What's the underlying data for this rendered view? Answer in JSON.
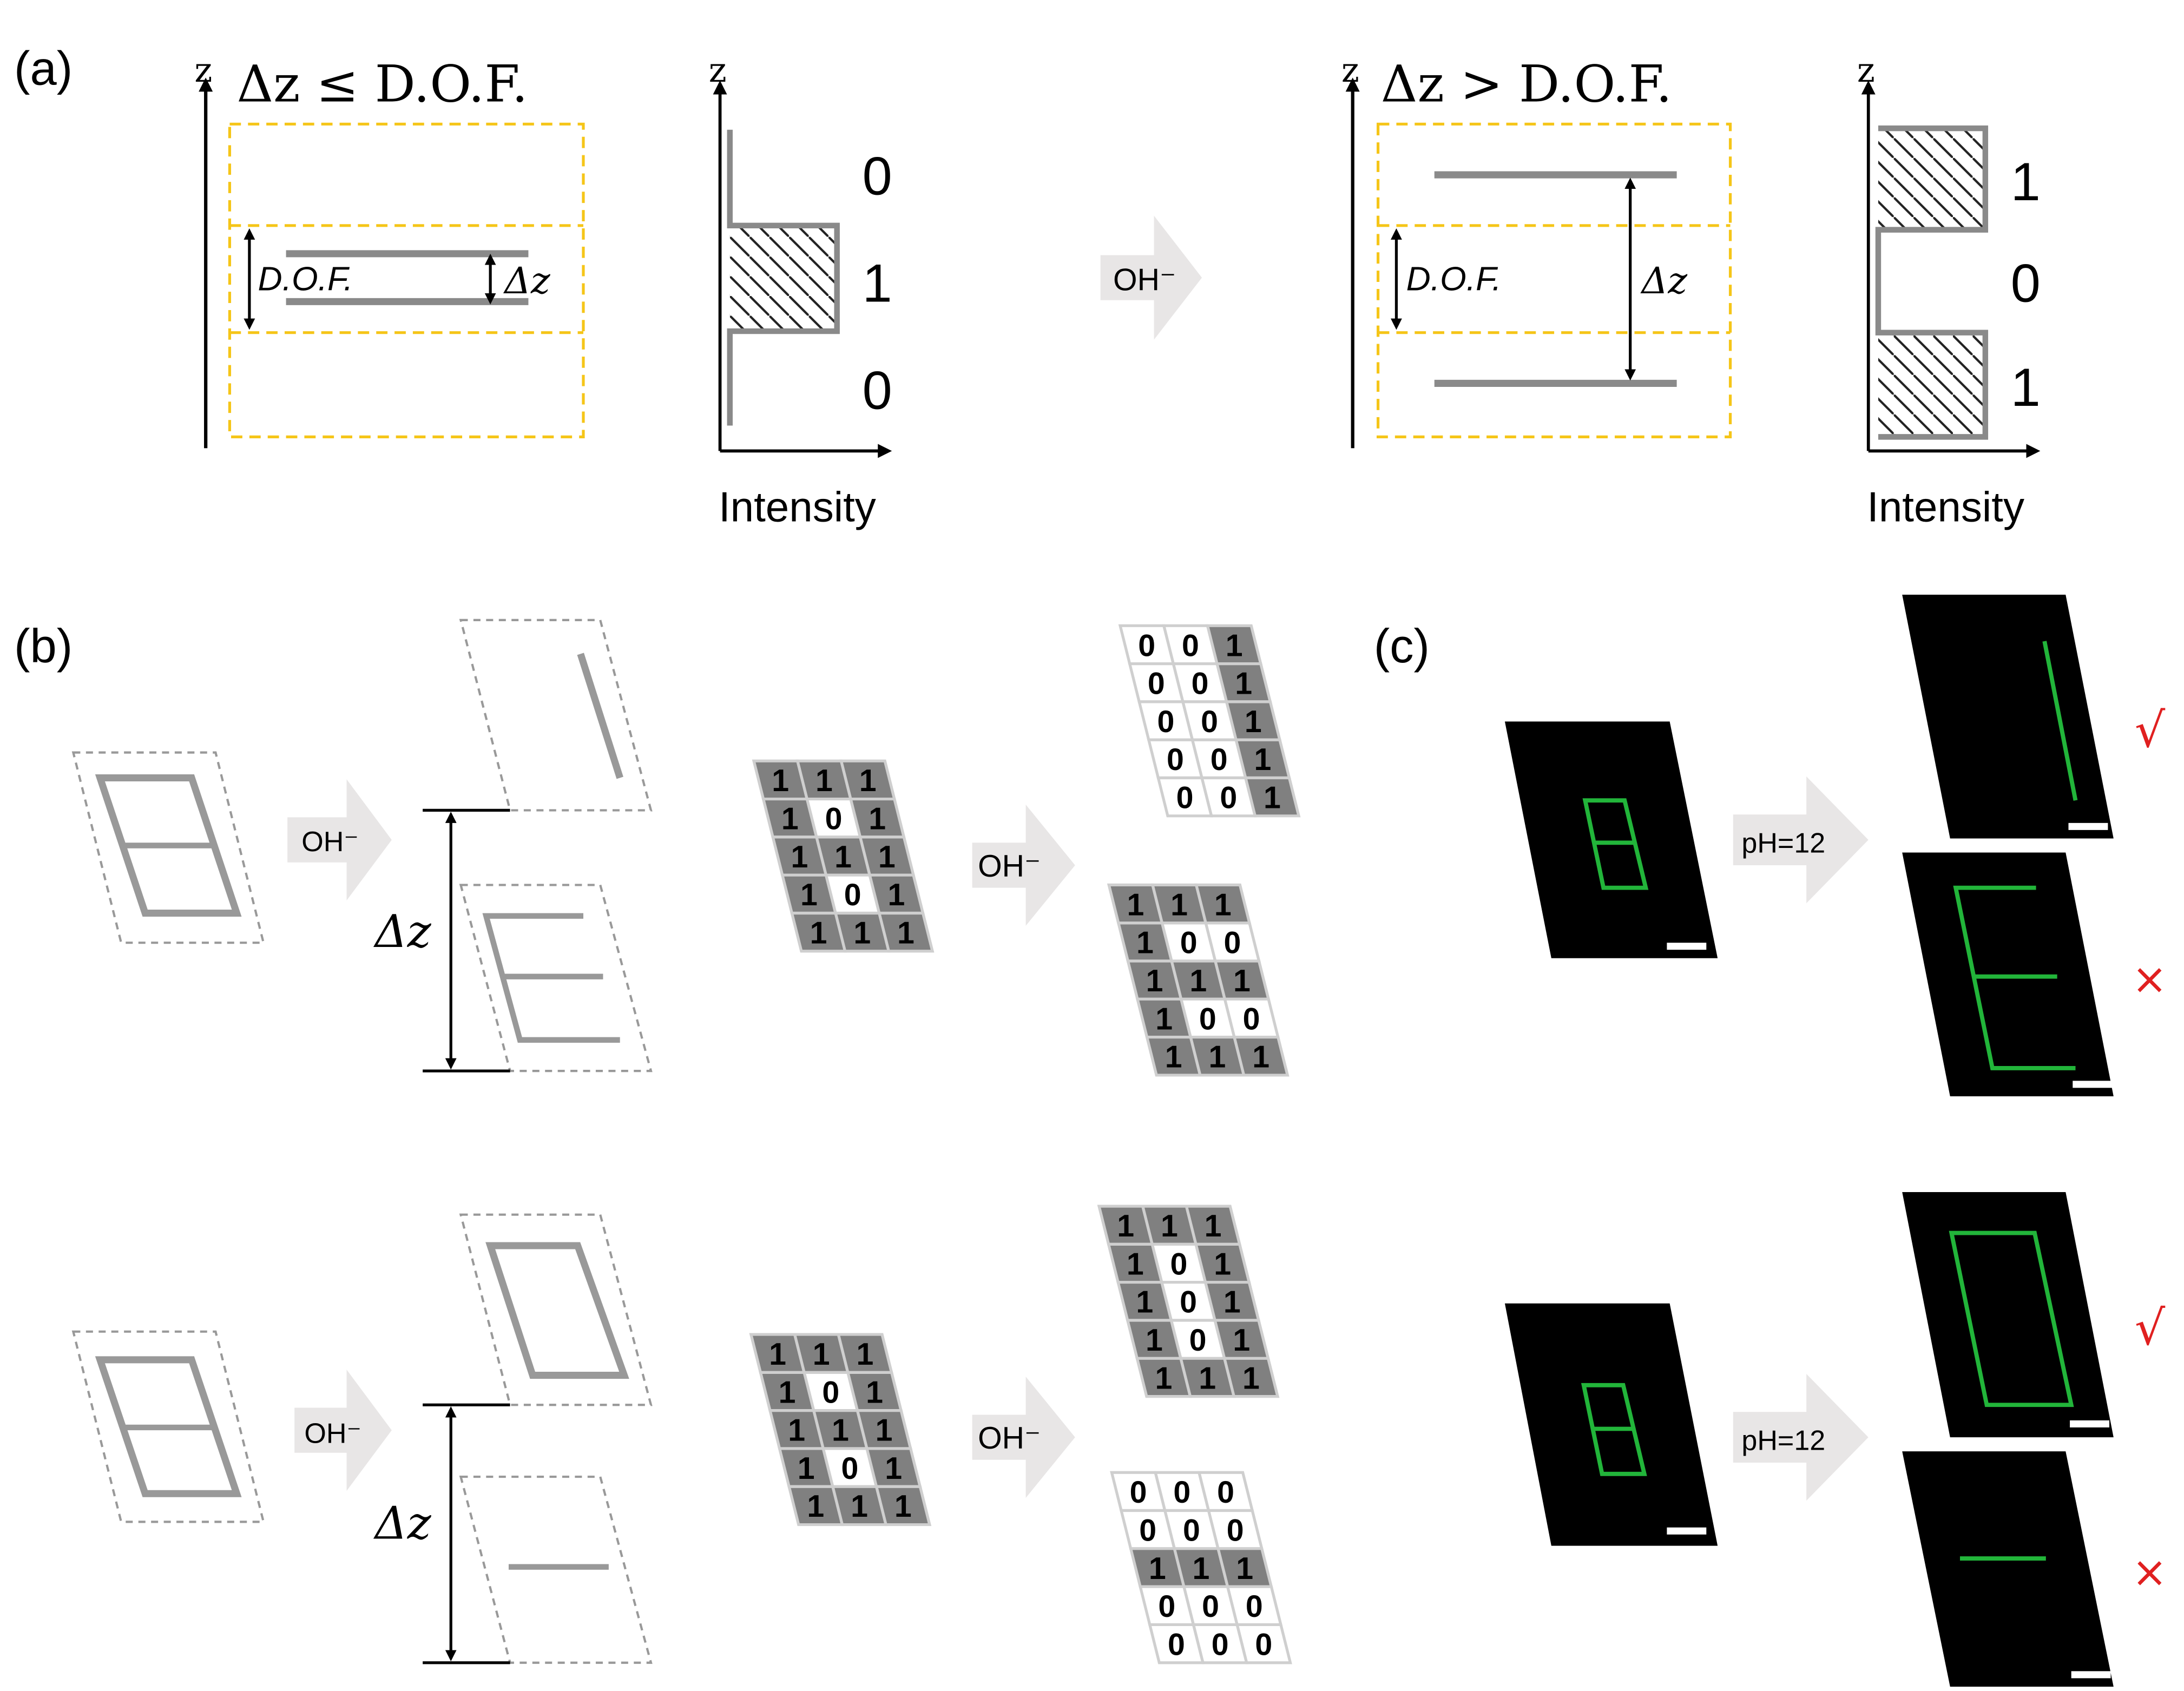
{
  "panels": {
    "a": "(a)",
    "b": "(b)",
    "c": "(c)"
  },
  "axes": {
    "z": "z",
    "intensity": "Intensity"
  },
  "reagents": {
    "oh": "OH⁻",
    "ph": "pH=12"
  },
  "panel_a": {
    "left_title": "Δz ≤ D.O.F.",
    "right_title": "Δz > D.O.F.",
    "dof": "D.O.F.",
    "dz": "Δz",
    "left_bits": [
      "0",
      "1",
      "0"
    ],
    "right_bits": [
      "1",
      "0",
      "1"
    ]
  },
  "panel_b": {
    "grids": [
      {
        "name": "grid-8-row1",
        "bits": [
          "111",
          "101",
          "111",
          "101",
          "111"
        ]
      },
      {
        "name": "grid-upper-row1",
        "bits": [
          "001",
          "001",
          "001",
          "001",
          "001"
        ]
      },
      {
        "name": "grid-lower-row1",
        "bits": [
          "111",
          "100",
          "111",
          "100",
          "111"
        ]
      },
      {
        "name": "grid-8-row2",
        "bits": [
          "111",
          "101",
          "111",
          "101",
          "111"
        ]
      },
      {
        "name": "grid-upper-row2",
        "bits": [
          "111",
          "101",
          "101",
          "101",
          "111"
        ]
      },
      {
        "name": "grid-lower-row2",
        "bits": [
          "000",
          "000",
          "111",
          "000",
          "000"
        ]
      }
    ]
  },
  "panel_c": {
    "check": "√",
    "cross": "×"
  }
}
